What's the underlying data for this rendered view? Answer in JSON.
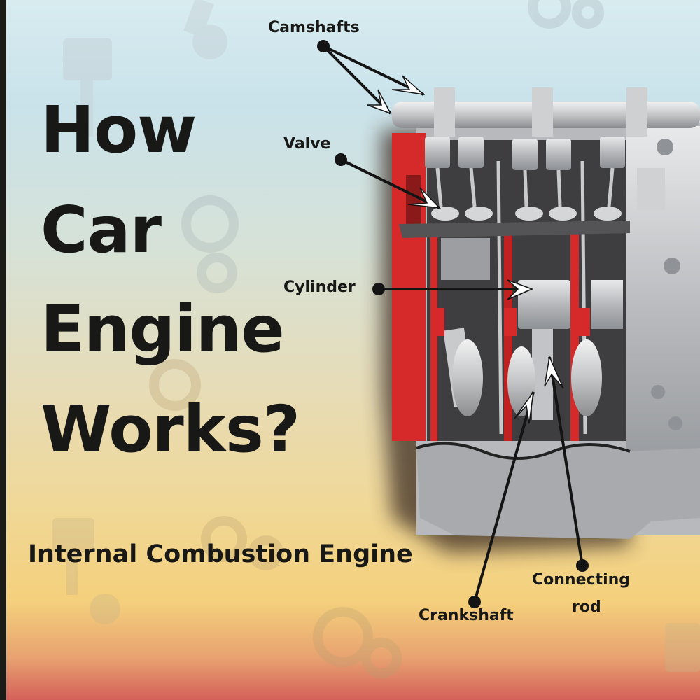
{
  "title": {
    "lines": [
      "How",
      "Car",
      "Engine",
      "Works?"
    ]
  },
  "subtitle": "Internal Combustion Engine",
  "labels": {
    "camshafts": "Camshafts",
    "valve": "Valve",
    "cylinder": "Cylinder",
    "crankshaft": "Crankshaft",
    "connecting_rod_line1": "Connecting",
    "connecting_rod_line2": "rod"
  },
  "colors": {
    "text": "#181816",
    "engine_red": "#d62a2a",
    "engine_metal": "#b9bbbe",
    "left_bar": "#1b1b18"
  },
  "illustration": "engine-cutaway-diagram"
}
